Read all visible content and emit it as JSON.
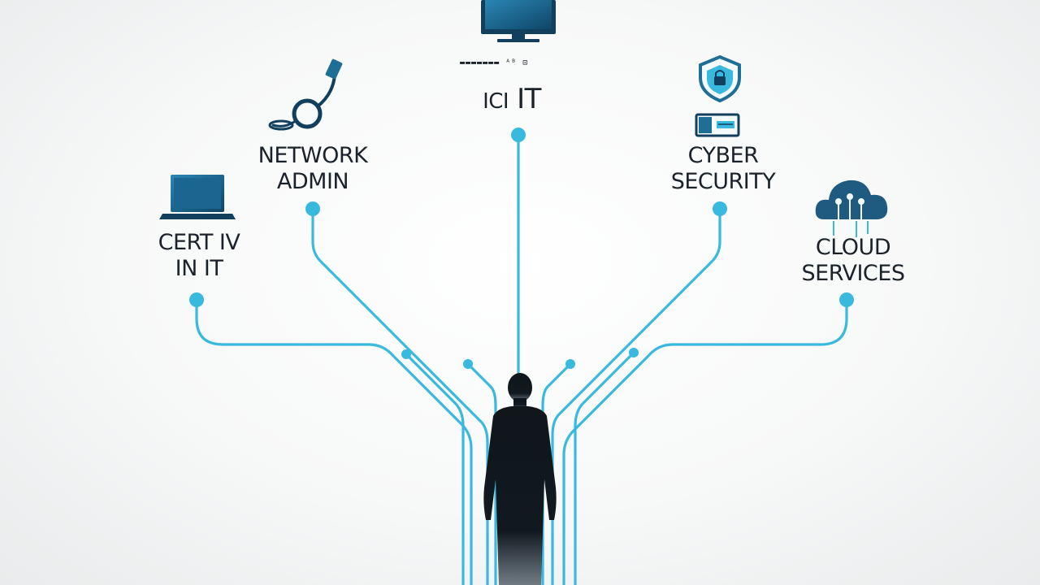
{
  "nodes": {
    "cert": {
      "line1": "CERT IV",
      "line2": "IN IT"
    },
    "network": {
      "line1": "NETWORK",
      "line2": "ADMIN"
    },
    "it": {
      "mark": "ICI",
      "label": "IT",
      "glyphs": "▬▬▬▬▬▬▬ ᴬᴮ ⊡"
    },
    "cyber": {
      "line1": "CYBER",
      "line2": "SECURITY"
    },
    "cloud": {
      "line1": "CLOUD",
      "line2": "SERVICES"
    }
  },
  "colors": {
    "line": "#3ab9de",
    "icon_dark": "#123f5e",
    "icon_mid": "#1f6e96",
    "silhouette": "#0f1418",
    "text": "#1b2229"
  },
  "icons": [
    "laptop-icon",
    "cable-icon",
    "monitor-icon",
    "shield-lock-icon",
    "server-box-icon",
    "cloud-network-icon"
  ]
}
